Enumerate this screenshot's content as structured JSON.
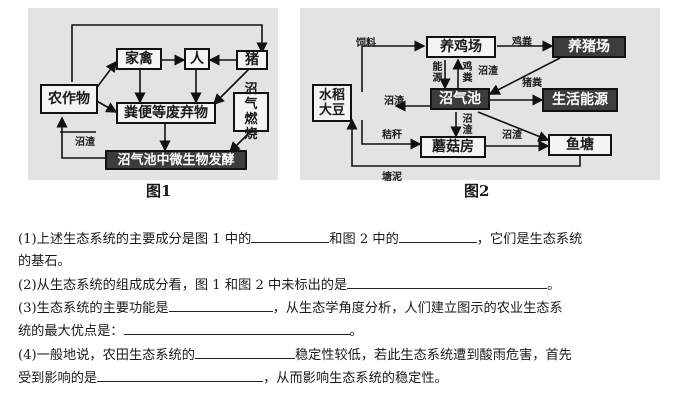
{
  "figure1": {
    "caption": "图1",
    "nodes": {
      "crops": "农作物",
      "poultry": "家禽",
      "human": "人",
      "pig": "猪",
      "waste": "粪便等废弃物",
      "biogas_burn": "沼气燃烧",
      "digester": "沼气池中微生物发酵"
    },
    "labels": {
      "residue": "沼渣"
    }
  },
  "figure2": {
    "caption": "图2",
    "nodes": {
      "rice_soy": "水稻大豆",
      "chicken_farm": "养鸡场",
      "pig_farm": "养猪场",
      "biogas_pool": "沼气池",
      "life_energy": "生活能源",
      "mushroom": "蘑菇房",
      "fish_pond": "鱼塘"
    },
    "labels": {
      "feed": "饲料",
      "chicken_manure_1": "鸡粪",
      "energy": "能源",
      "chicken_manure_2": "鸡粪",
      "residue_1": "沼渣",
      "pig_manure": "猪粪",
      "residue_2": "沼渣",
      "straw": "秸秆",
      "residue_3": "沼渣",
      "residue_4": "沼渣",
      "pond_mud": "塘泥"
    }
  },
  "questions": {
    "q1_a": "(1)上述生态系统的主要成分是图 1 中的",
    "q1_b": "和图 2 中的",
    "q1_c": "，它们是生态系统",
    "q1_d": "的基石。",
    "q2_a": "(2)从生态系统的组成成分看，图 1 和图 2 中未标出的是",
    "q2_b": "。",
    "q3_a": "(3)生态系统的主要功能是",
    "q3_b": "，从生态学角度分析，人们建立图示的农业生态系",
    "q3_c": "统的最大优点是：",
    "q3_d": "。",
    "q4_a": "(4)一般地说，农田生态系统的",
    "q4_b": "稳定性较低，若此生态系统遭到酸雨危害，首先",
    "q4_c": "受到影响的是",
    "q4_d": "，从而影响生态系统的稳定性。"
  }
}
